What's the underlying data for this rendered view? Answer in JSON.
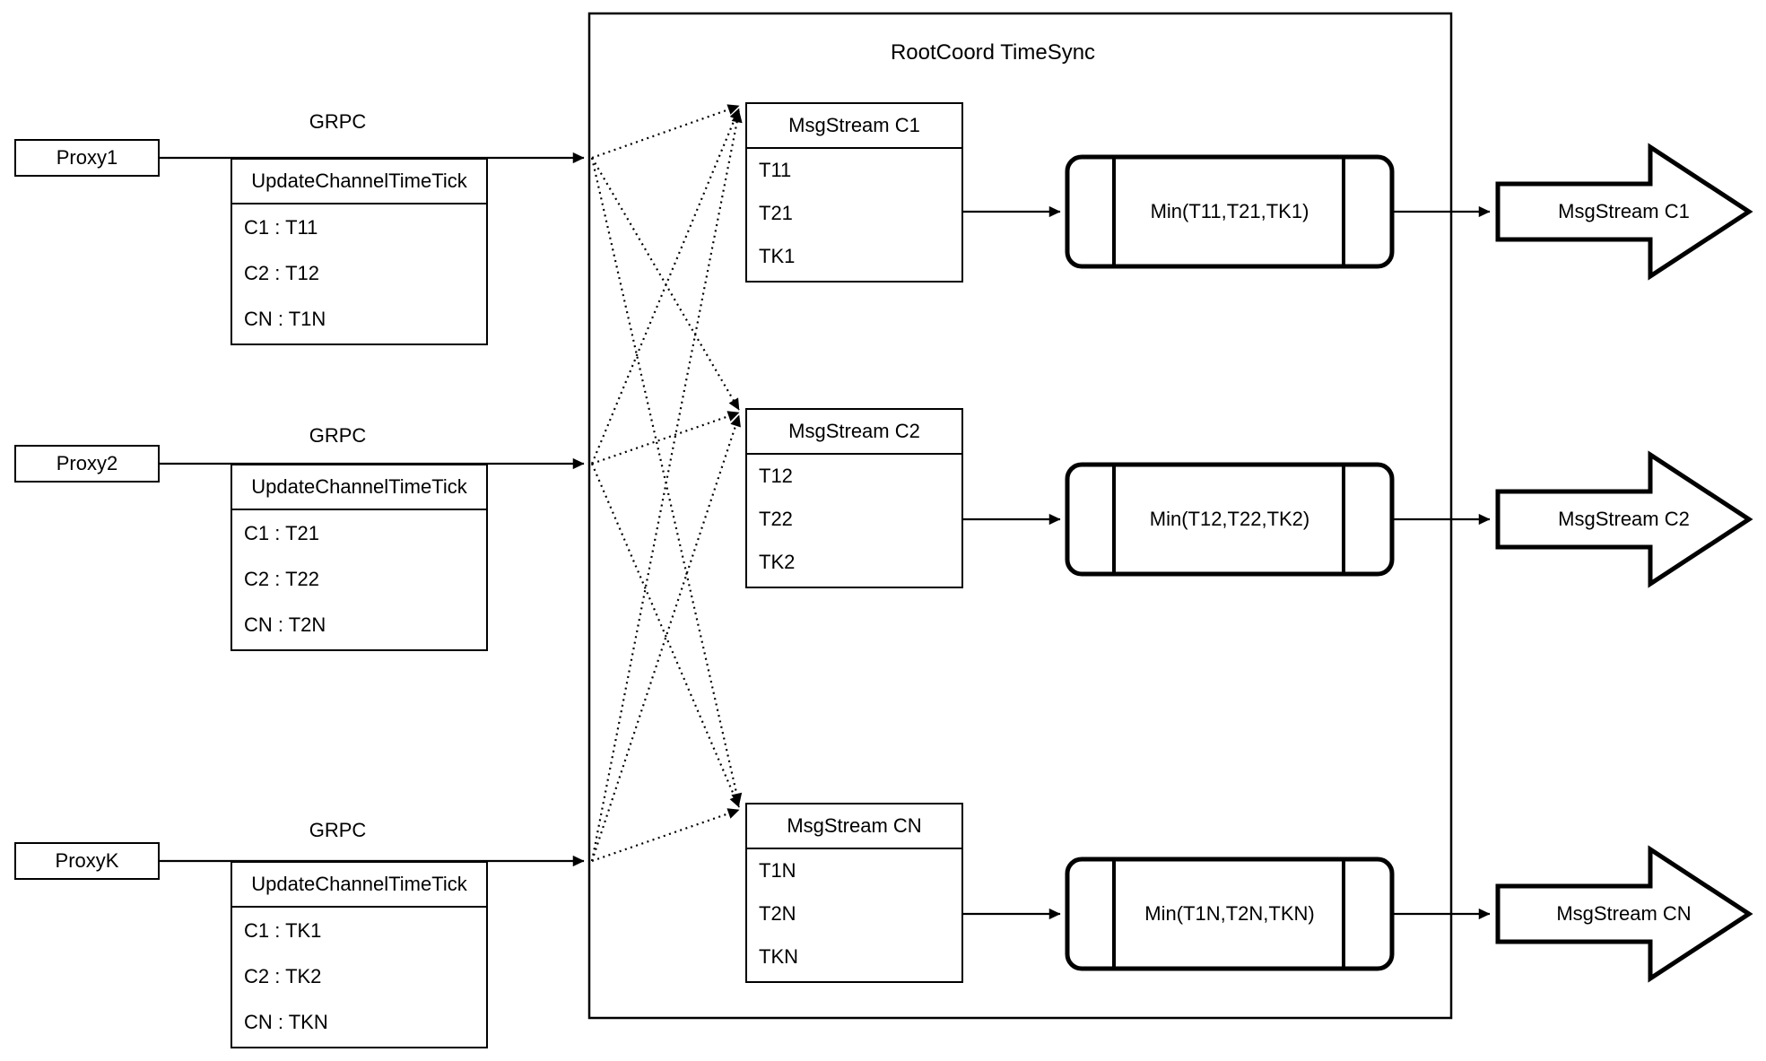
{
  "title": "RootCoord TimeSync",
  "colors": {
    "stroke": "#000000",
    "background": "#ffffff"
  },
  "rows": [
    {
      "proxy_label": "Proxy1",
      "grpc_label": "GRPC",
      "tick_table": {
        "header": "UpdateChannelTimeTick",
        "entries": [
          "C1 : T11",
          "C2 : T12",
          "CN : T1N"
        ]
      },
      "stream_table": {
        "header": "MsgStream C1",
        "entries": [
          "T11",
          "T21",
          "TK1"
        ]
      },
      "min_label": "Min(T11,T21,TK1)",
      "output_label": "MsgStream C1"
    },
    {
      "proxy_label": "Proxy2",
      "grpc_label": "GRPC",
      "tick_table": {
        "header": "UpdateChannelTimeTick",
        "entries": [
          "C1 : T21",
          "C2 : T22",
          "CN : T2N"
        ]
      },
      "stream_table": {
        "header": "MsgStream C2",
        "entries": [
          "T12",
          "T22",
          "TK2"
        ]
      },
      "min_label": "Min(T12,T22,TK2)",
      "output_label": "MsgStream C2"
    },
    {
      "proxy_label": "ProxyK",
      "grpc_label": "GRPC",
      "tick_table": {
        "header": "UpdateChannelTimeTick",
        "entries": [
          "C1 : TK1",
          "C2 : TK2",
          "CN : TKN"
        ]
      },
      "stream_table": {
        "header": "MsgStream CN",
        "entries": [
          "T1N",
          "T2N",
          "TKN"
        ]
      },
      "min_label": "Min(T1N,T2N,TKN)",
      "output_label": "MsgStream CN"
    }
  ]
}
